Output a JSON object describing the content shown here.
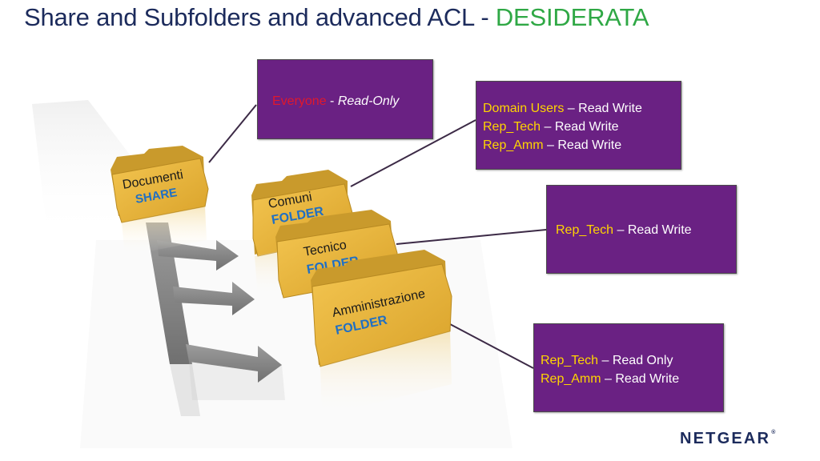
{
  "title": {
    "main": "Share and Subfolders and advanced ACL - ",
    "accent": "DESIDERATA"
  },
  "folders": {
    "share": {
      "name": "Documenti",
      "type": "SHARE"
    },
    "comuni": {
      "name": "Comuni",
      "type": "FOLDER"
    },
    "tecnico": {
      "name": "Tecnico",
      "type": "FOLDER"
    },
    "amministrazione": {
      "name": "Amministrazione",
      "type": "FOLDER"
    }
  },
  "acl": {
    "share": [
      {
        "who": "Everyone",
        "sep": " - ",
        "perm": "Read-Only"
      }
    ],
    "comuni": [
      {
        "who": "Domain Users",
        "sep": " – ",
        "perm": "Read Write"
      },
      {
        "who": "Rep_Tech",
        "sep": " – ",
        "perm": "Read Write"
      },
      {
        "who": "Rep_Amm",
        "sep": " – ",
        "perm": "Read Write"
      }
    ],
    "tecnico": [
      {
        "who": "Rep_Tech",
        "sep": " – ",
        "perm": "Read Write"
      }
    ],
    "amministrazione": [
      {
        "who": "Rep_Tech",
        "sep": " – ",
        "perm": "Read Only"
      },
      {
        "who": "Rep_Amm",
        "sep": " – ",
        "perm": "Read Write"
      }
    ]
  },
  "colors": {
    "title": "#1c2b5c",
    "title_accent": "#2fa845",
    "box_fill": "#6a2183",
    "principal": "#ffd500",
    "everyone": "#e0182c",
    "folder": "#e9b43a",
    "folder_label_dark": "#1a1a1a",
    "folder_label_blue": "#1f6fc4",
    "arrow": "#8c8c8c"
  },
  "footer": {
    "logo": "NETGEAR"
  }
}
